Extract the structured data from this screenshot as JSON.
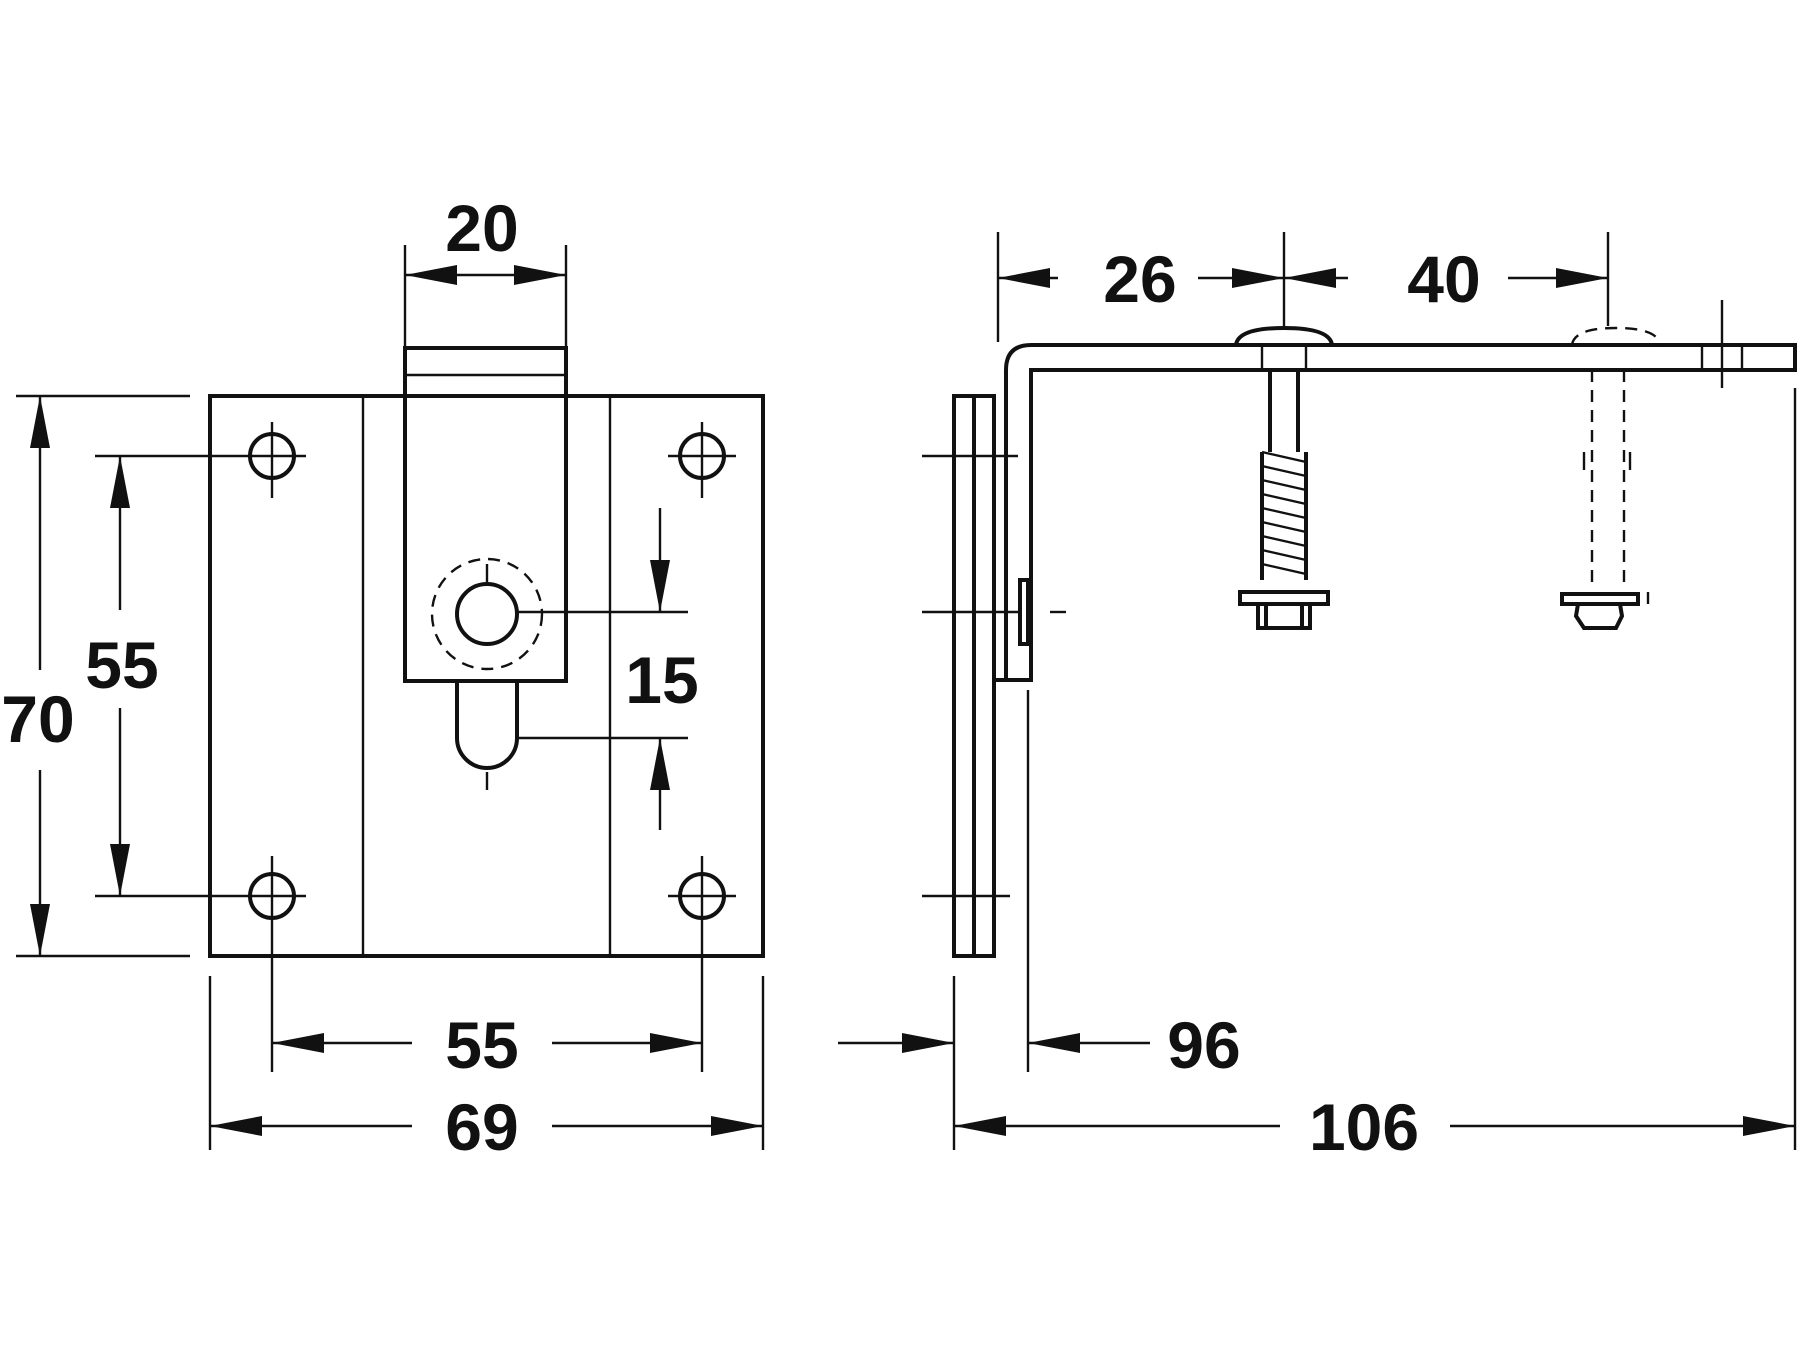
{
  "front_view": {
    "dims": {
      "slot_width": "20",
      "overall_height": "70",
      "hole_height": "55",
      "slot_travel": "15",
      "hole_width": "55",
      "overall_width": "69"
    }
  },
  "side_view": {
    "dims": {
      "first_hole": "26",
      "hole_spacing": "40",
      "inner_length": "96",
      "overall_length": "106"
    }
  }
}
